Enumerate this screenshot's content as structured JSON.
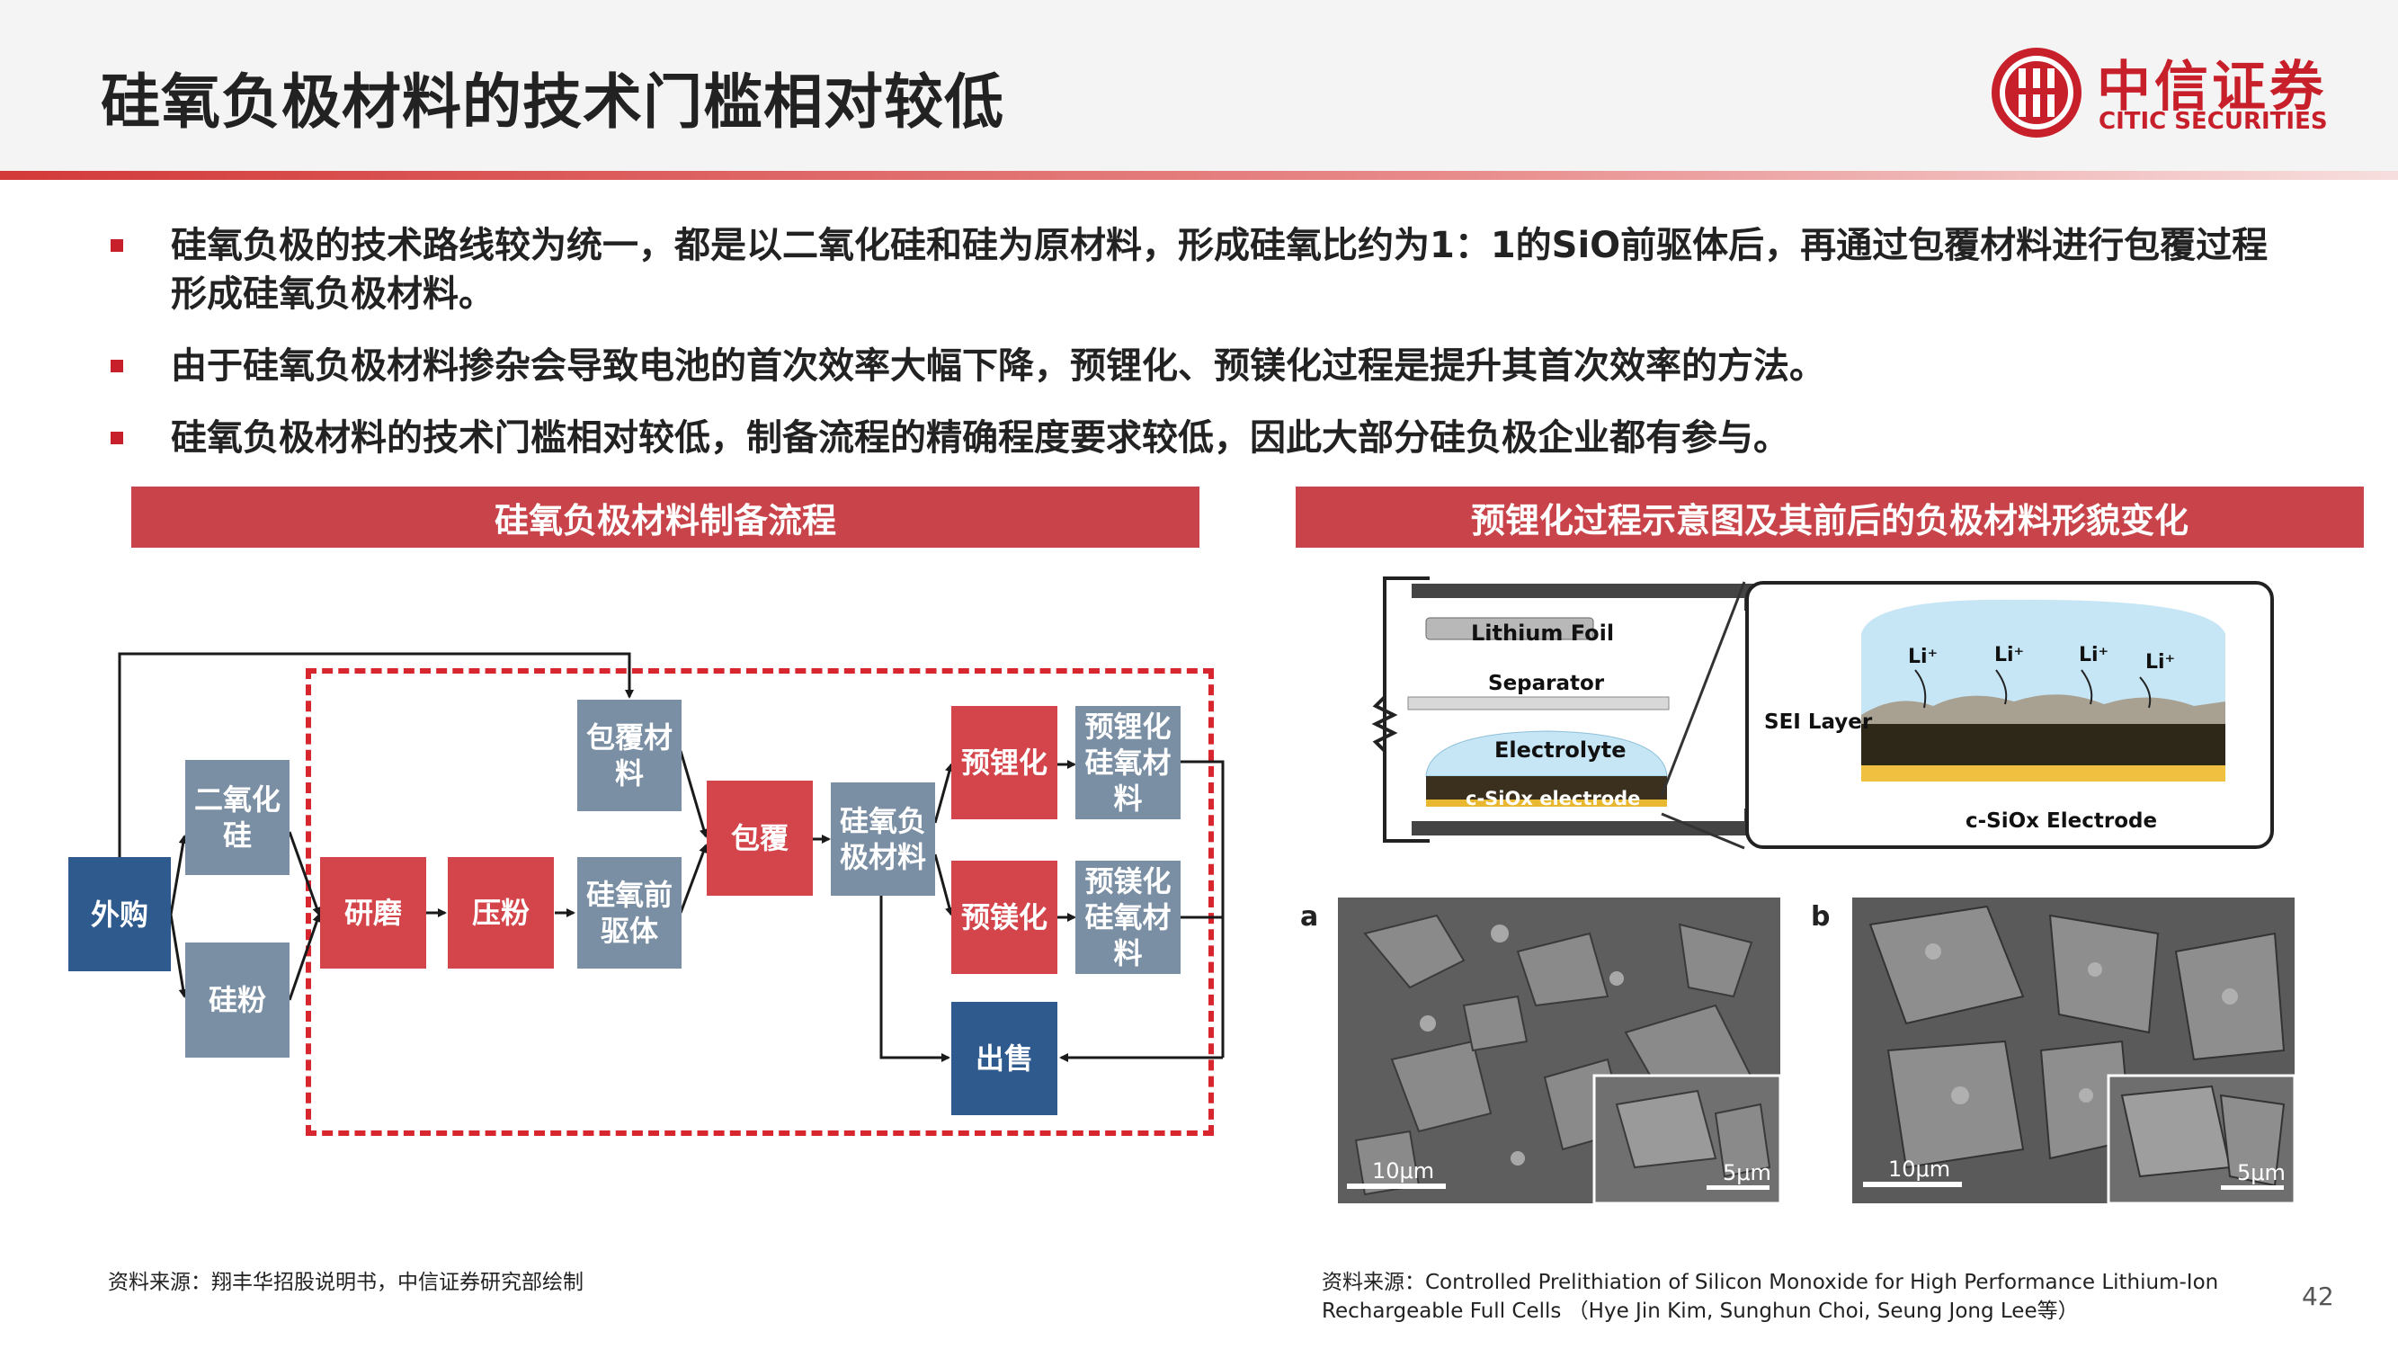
{
  "header": {
    "title": "硅氧负极材料的技术门槛相对较低",
    "logo_cn": "中信证券",
    "logo_en": "CITIC SECURITIES",
    "accent_color": "#c8202a"
  },
  "bullets": [
    "硅氧负极的技术路线较为统一，都是以二氧化硅和硅为原材料，形成硅氧比约为1：1的SiO前驱体后，再通过包覆材料进行包覆过程形成硅氧负极材料。",
    "由于硅氧负极材料掺杂会导致电池的首次效率大幅下降，预锂化、预镁化过程是提升其首次效率的方法。",
    "硅氧负极材料的技术门槛相对较低，制备流程的精确程度要求较低，因此大部分硅负极企业都有参与。"
  ],
  "left_panel": {
    "title": "硅氧负极材料制备流程",
    "nodes": {
      "outsource": "外购",
      "sio2": "二氧化硅",
      "si_powder": "硅粉",
      "grinding": "研磨",
      "pressing": "压粉",
      "coating_material": "包覆材料",
      "precursor": "硅氧前驱体",
      "coating": "包覆",
      "product": "硅氧负极材料",
      "prelithiation": "预锂化",
      "li_product": "预锂化硅氧材料",
      "premagnesiation": "预镁化",
      "mg_product": "预镁化硅氧材料",
      "sale": "出售"
    },
    "source": "资料来源：翔丰华招股说明书，中信证券研究部绘制"
  },
  "right_panel": {
    "title": "预锂化过程示意图及其前后的负极材料形貌变化",
    "schematic": {
      "lithium_foil": "Lithium Foil",
      "separator": "Separator",
      "electrolyte": "Electrolyte",
      "electrode_left": "c-SiOx electrode",
      "sei_layer": "SEI Layer",
      "electrode_right": "c-SiOx Electrode",
      "li_ion": "Li⁺"
    },
    "sem": [
      {
        "letter": "a",
        "scale_main": "10μm",
        "scale_inset": "5μm"
      },
      {
        "letter": "b",
        "scale_main": "10μm",
        "scale_inset": "5μm"
      }
    ],
    "source_line1": "资料来源：Controlled Prelithiation of Silicon Monoxide for High Performance Lithium-Ion",
    "source_line2": "Rechargeable Full Cells （Hye Jin Kim, Sunghun Choi, Seung Jong Lee等）"
  },
  "page_number": "42"
}
